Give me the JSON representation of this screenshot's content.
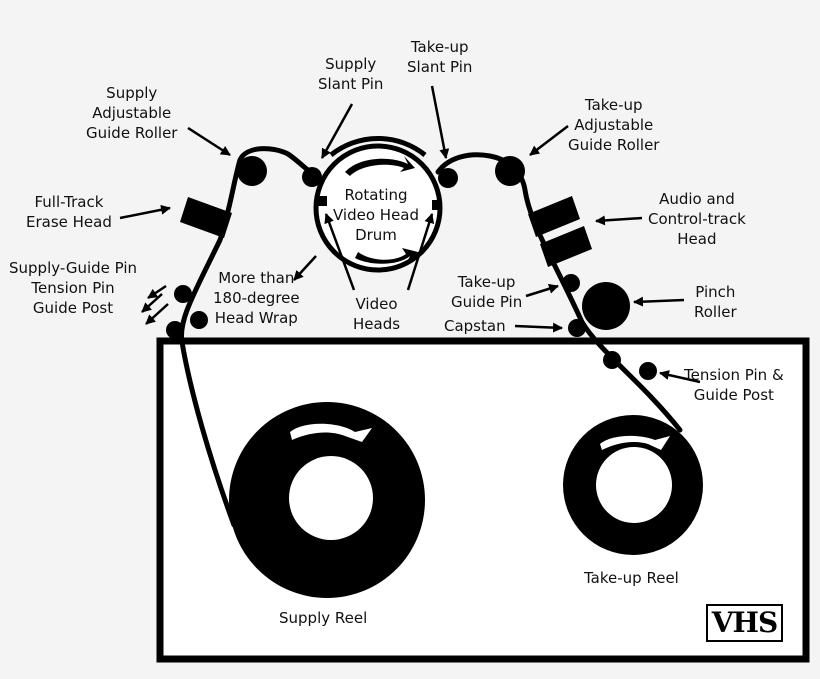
{
  "labels": {
    "supply_adjustable_guide_roller": "Supply\nAdjustable\nGuide Roller",
    "supply_slant_pin": "Supply\nSlant Pin",
    "takeup_slant_pin": "Take-up\nSlant Pin",
    "takeup_adjustable_guide_roller": "Take-up\nAdjustable\nGuide Roller",
    "full_track_erase_head": "Full-Track\nErase Head",
    "rotating_video_head_drum": "Rotating\nVideo Head\nDrum",
    "audio_control_track_head": "Audio and\nControl-track\nHead",
    "supply_guide_pin_group": "Supply-Guide Pin\nTension Pin\nGuide Post",
    "head_wrap": "More than\n180-degree\nHead Wrap",
    "video_heads": "Video\nHeads",
    "takeup_guide_pin": "Take-up\nGuide Pin",
    "pinch_roller": "Pinch\nRoller",
    "capstan": "Capstan",
    "tension_pin_guide_post": "Tension Pin &\nGuide Post",
    "supply_reel": "Supply Reel",
    "takeup_reel": "Take-up Reel"
  },
  "logo": "VHS",
  "colors": {
    "background": "#f4f4f4",
    "ink": "#000000",
    "cassette": "#ffffff"
  }
}
